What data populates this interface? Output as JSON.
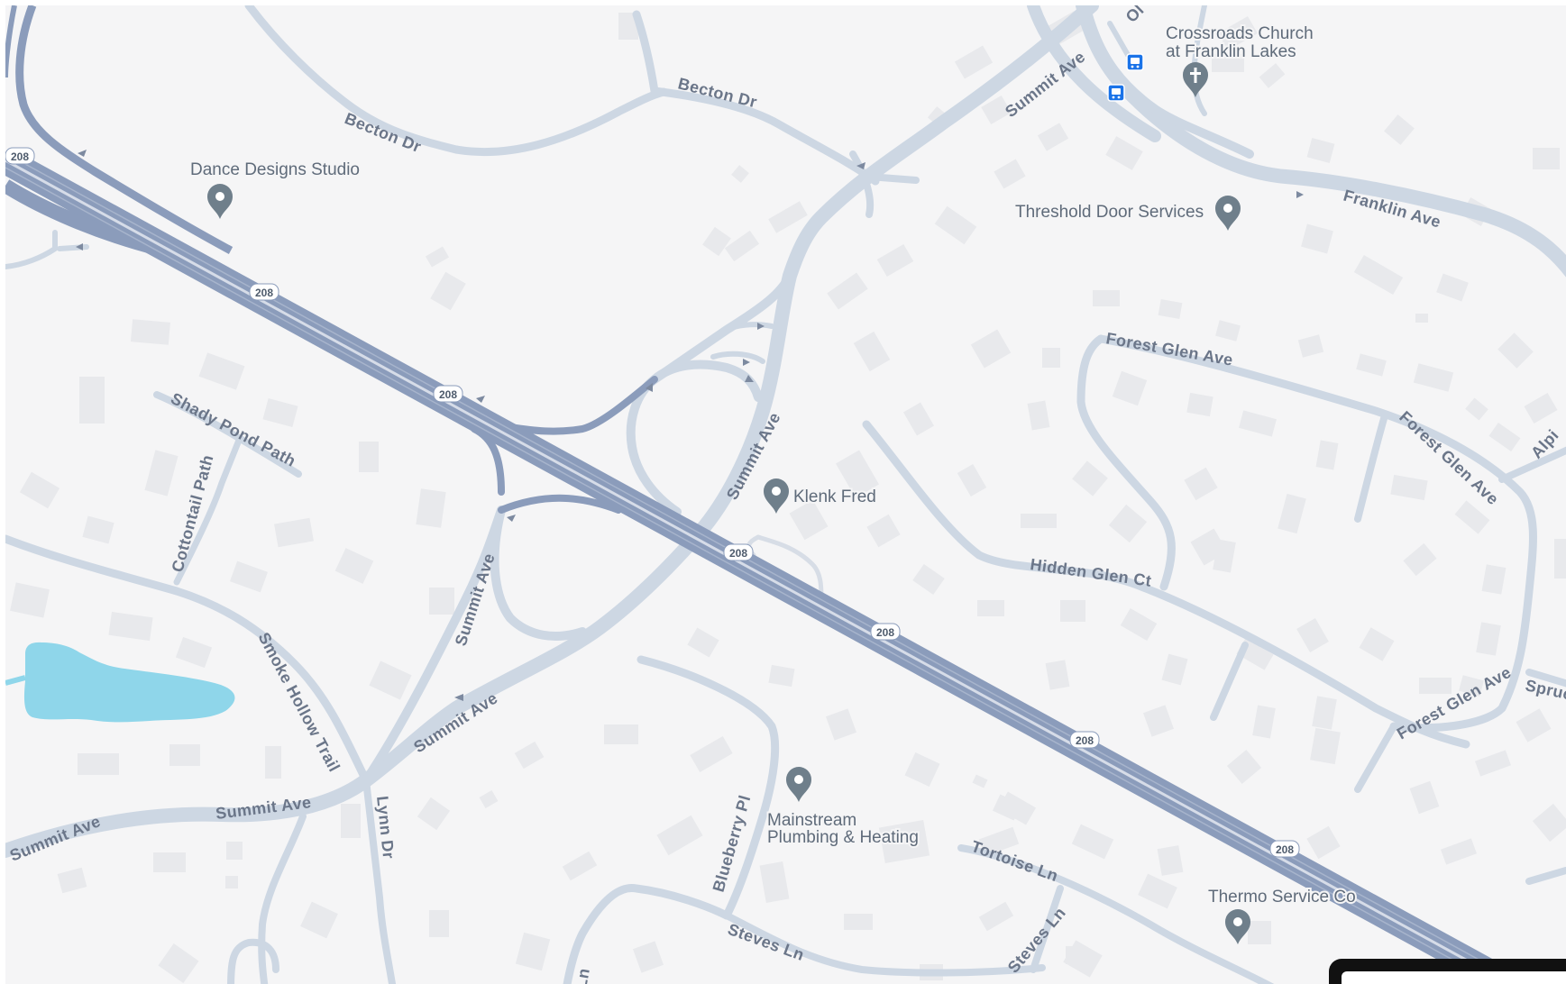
{
  "colors": {
    "background": "#f5f5f6",
    "road": "#cdd7e3",
    "highway": "#8b9cbb",
    "highway_stripe": "#d6dce8",
    "building": "#e8e9ec",
    "water": "#8fd6ea",
    "pin": "#6f7f8b",
    "transit": "#1a73e8"
  },
  "roads": {
    "becton_dr_1": "Becton Dr",
    "becton_dr_2": "Becton Dr",
    "summit_ave_ne": "Summit Ave",
    "summit_ave_ramp": "Summit Ave",
    "summit_ave_sw": "Summit Ave",
    "summit_ave_west": "Summit Ave",
    "summit_ave_center": "Summit Ave",
    "summit_ave_far_west": "Summit Ave",
    "franklin_ave": "Franklin Ave",
    "forest_glen_ave_1": "Forest Glen Ave",
    "forest_glen_ave_2": "Forest Glen Ave",
    "forest_glen_ave_3": "Forest Glen Ave",
    "hidden_glen_ct": "Hidden Glen Ct",
    "shady_pond_path": "Shady Pond Path",
    "cottontail_path": "Cottontail Path",
    "smoke_hollow_trail": "Smoke Hollow Trail",
    "lynn_dr": "Lynn Dr",
    "blueberry_pl": "Blueberry Pl",
    "steves_ln_1": "Steves Ln",
    "steves_ln_2": "Steves Ln",
    "tortoise_ln": "Tortoise Ln",
    "alpine_partial": "Alpi",
    "spruce_partial": "Spruc",
    "old_partial": "Ol",
    "ln_partial": "Ln"
  },
  "highway_shields": [
    "208",
    "208",
    "208",
    "208",
    "208",
    "208",
    "208"
  ],
  "pois": {
    "crossroads_line1": "Crossroads Church",
    "crossroads_line2": "at Franklin Lakes",
    "dance_designs": "Dance Designs Studio",
    "threshold_door": "Threshold Door Services",
    "klenk_fred": "Klenk Fred",
    "mainstream_line1": "Mainstream",
    "mainstream_line2": "Plumbing & Heating",
    "thermo_service": "Thermo Service Co"
  },
  "icons": {
    "place_pin": "map-pin-icon",
    "church": "church-cross-icon",
    "bus_stop": "bus-stop-icon"
  }
}
